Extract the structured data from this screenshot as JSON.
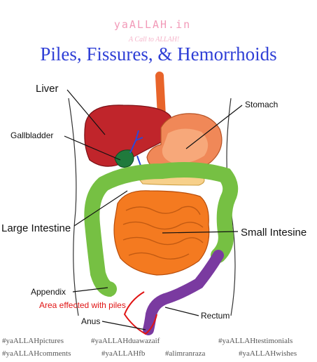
{
  "branding": {
    "logo": "yaALLAH.in",
    "tagline": "A Call to ALLAH!"
  },
  "title": "Piles, Fissures, & Hemorrhoids",
  "labels": {
    "liver": "Liver",
    "stomach": "Stomach",
    "gallbladder": "Gallbladder",
    "large_intestine": "Large Intestine",
    "small_intestine": "Small Intesine",
    "appendix": "Appendix",
    "affected_area": "Area effected with piles",
    "rectum": "Rectum",
    "anus": "Anus"
  },
  "hashtags": {
    "row1": [
      "#yaALLAHpictures",
      "#yaALLAHduawazaif",
      "#yaALLAHtestimonials"
    ],
    "row2": [
      "#yaALLAHcomments",
      "#yaALLAHfb",
      "#alimranraza",
      "#yaALLAHwishes"
    ]
  },
  "colors": {
    "title": "#2f3fd6",
    "liver": "#c0252b",
    "stomach": "#f08858",
    "gallbladder": "#1f7a3c",
    "large_intestine": "#76c043",
    "small_intestine": "#f47a20",
    "rectum": "#7a3aa0",
    "affected_area": "#e01414"
  }
}
